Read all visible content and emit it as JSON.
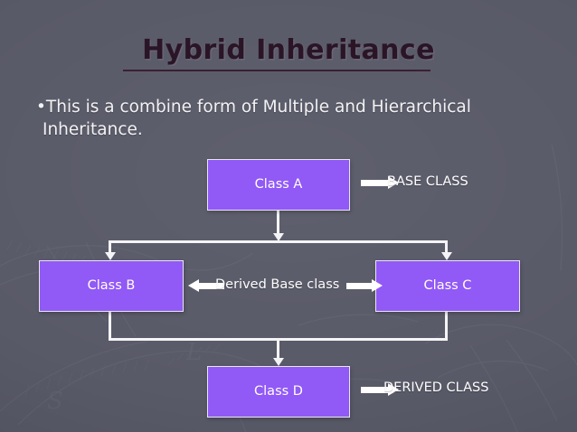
{
  "slide": {
    "title": "Hybrid Inheritance",
    "body": {
      "bullet": "•",
      "line1": "This is a combine form of Multiple and Hierarchical",
      "line2": "Inheritance."
    },
    "colors": {
      "background": "#595a68",
      "title_text": "#2a1526",
      "box_fill": "#9159f5",
      "box_border": "#e9e7f2",
      "connector": "#f4f4f7",
      "label_text": "#ffffff"
    }
  },
  "diagram": {
    "boxes": [
      {
        "id": "a",
        "label": "Class A"
      },
      {
        "id": "b",
        "label": "Class B"
      },
      {
        "id": "c",
        "label": "Class C"
      },
      {
        "id": "d",
        "label": "Class D"
      }
    ],
    "callouts": [
      {
        "id": "base",
        "label": "BASE CLASS",
        "arrow": "right"
      },
      {
        "id": "derived",
        "label": "DERIVED CLASS",
        "arrow": "right"
      }
    ],
    "middle_label": "Derived Base class",
    "middle_arrows": {
      "left": "←",
      "right": "→"
    }
  }
}
